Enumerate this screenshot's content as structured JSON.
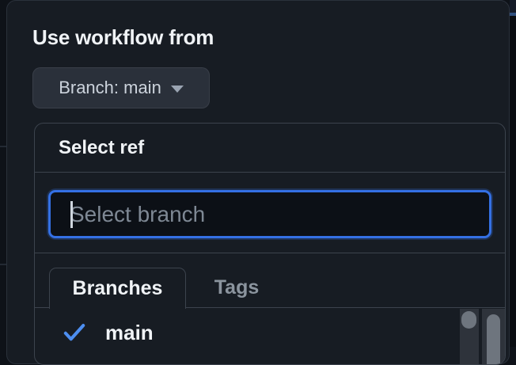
{
  "header": {
    "title": "Use workflow from"
  },
  "branch_selector": {
    "label": "Branch: main",
    "caret_icon": "chevron-down-icon"
  },
  "ref_picker": {
    "title": "Select ref",
    "search_placeholder": "Select branch",
    "tabs": [
      {
        "label": "Branches",
        "active": true
      },
      {
        "label": "Tags",
        "active": false
      }
    ],
    "items": [
      {
        "label": "main",
        "selected": true,
        "icon": "check-icon"
      }
    ]
  },
  "colors": {
    "accent_blue": "#3470e4",
    "check_blue": "#4d8ef0",
    "card_bg": "#171c23",
    "input_bg": "#0c1016",
    "border": "#3c434d"
  }
}
